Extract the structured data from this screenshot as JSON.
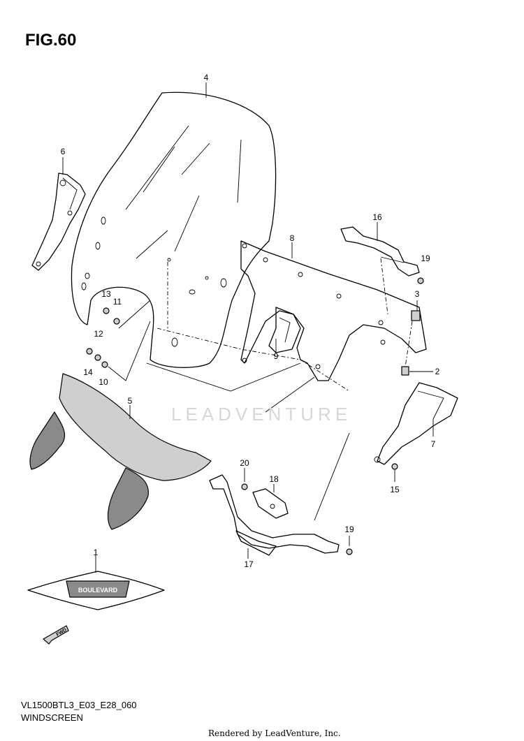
{
  "figure": {
    "title": "FIG.60",
    "code": "VL1500BTL3_E03_E28_060",
    "name": "WINDSCREEN"
  },
  "watermark": "LEADVENTURE",
  "footer": "Rendered by LeadVenture, Inc.",
  "emblem_text": "BOULEVARD",
  "fwd_text": "FWD",
  "callouts": [
    "1",
    "2",
    "3",
    "4",
    "5",
    "6",
    "7",
    "8",
    "9",
    "10",
    "11",
    "12",
    "13",
    "14",
    "15",
    "16",
    "17",
    "18",
    "19",
    "19",
    "20"
  ]
}
